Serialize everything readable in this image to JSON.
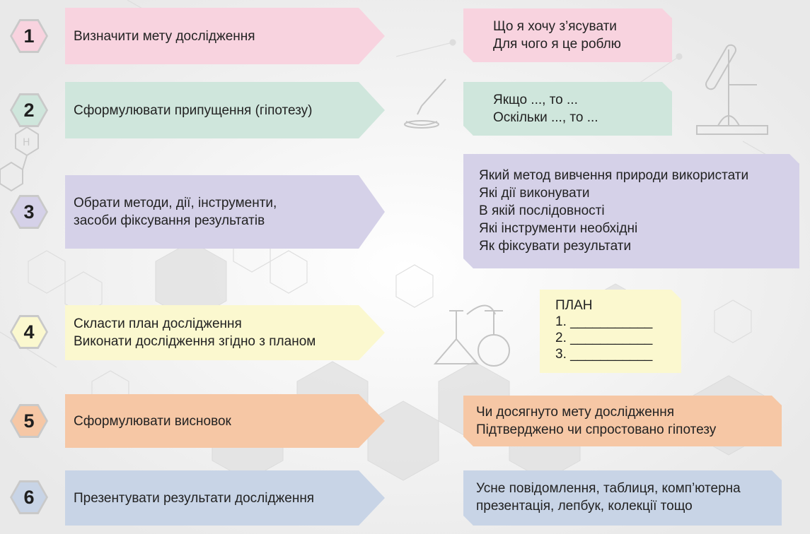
{
  "colors": {
    "pink": "#f8d3df",
    "green": "#cfe6dc",
    "purple": "#d5d1e8",
    "yellow": "#fbf8cf",
    "orange": "#f6c7a5",
    "blue": "#c8d4e6"
  },
  "steps": [
    {
      "number": "1",
      "action": "Визначити мету дослідження",
      "details": [
        "Що я хочу з’ясувати",
        "Для чого я це роблю"
      ]
    },
    {
      "number": "2",
      "action": "Сформулювати припущення (гіпотезу)",
      "details": [
        "Якщо ..., то ...",
        "Оскільки ..., то ..."
      ]
    },
    {
      "number": "3",
      "action": "Обрати методи, дії, інструменти,\nзасоби фіксування результатів",
      "details": [
        "Який метод вивчення природи використати",
        "Які дії виконувати",
        "В якій послідовності",
        "Які інструменти необхідні",
        "Як фіксувати результати"
      ]
    },
    {
      "number": "4",
      "action": "Скласти план дослідження\nВиконати дослідження згідно з планом",
      "plan": {
        "title": "ПЛАН",
        "items": [
          "1. ___________",
          "2. ___________",
          "3. ___________"
        ]
      }
    },
    {
      "number": "5",
      "action": "Сформулювати висновок",
      "details": [
        "Чи досягнуто мету дослідження",
        "Підтверджено чи спростовано гіпотезу"
      ]
    },
    {
      "number": "6",
      "action": "Презентувати результати дослідження",
      "details": [
        "Усне повідомлення, таблиця, комп’ютерна",
        "презентація, лепбук, колекції тощо"
      ]
    }
  ],
  "decor_icons": [
    "pipette-icon",
    "test-tube-stand-icon",
    "hexagon-molecule-icon",
    "flask-icon",
    "round-flask-icon"
  ]
}
